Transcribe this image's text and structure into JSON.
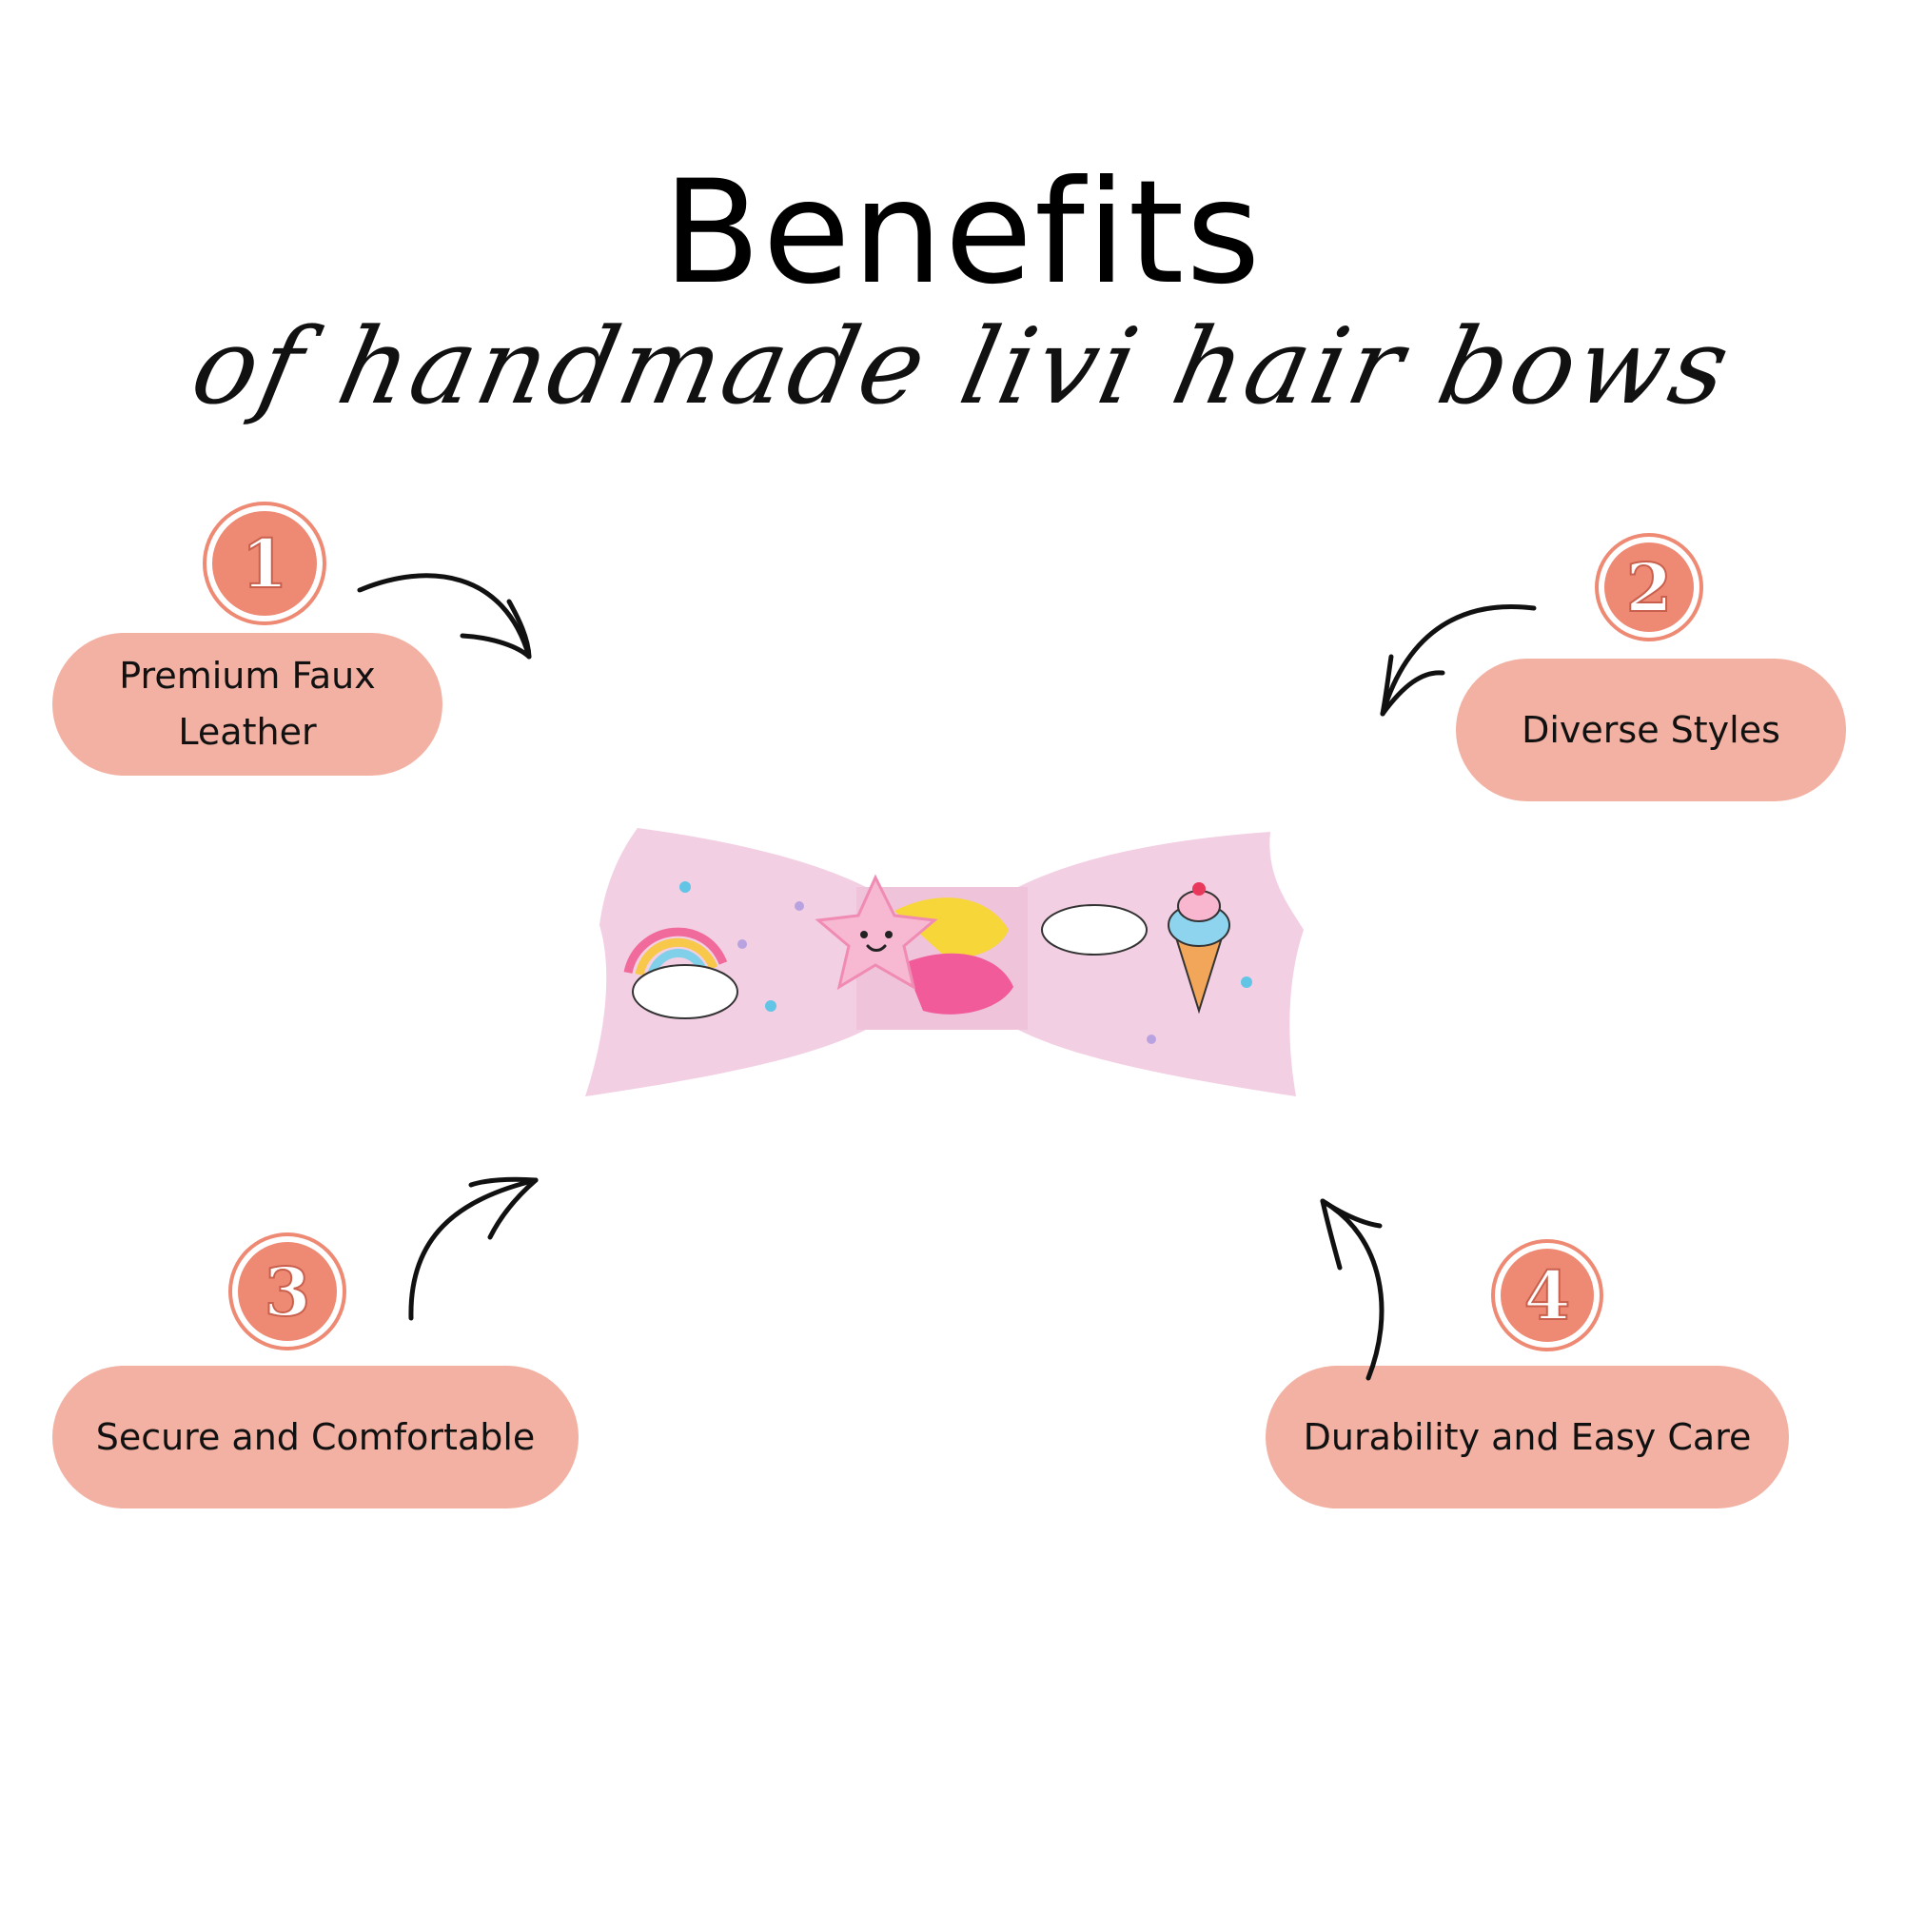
{
  "title": "Benefits",
  "subtitle": "of handmade livi hair bows",
  "benefits": [
    {
      "number": "1",
      "label": "Premium Faux Leather"
    },
    {
      "number": "2",
      "label": "Diverse Styles"
    },
    {
      "number": "3",
      "label": "Secure and Comfortable"
    },
    {
      "number": "4",
      "label": "Durability and Easy Care"
    }
  ],
  "colors": {
    "badge": "#ee8a74",
    "pill": "#f2b1a2",
    "bow": "#f3cfe3"
  },
  "icons": {
    "product": "hair-bow-with-star",
    "connector": "curved-arrow-icon"
  }
}
